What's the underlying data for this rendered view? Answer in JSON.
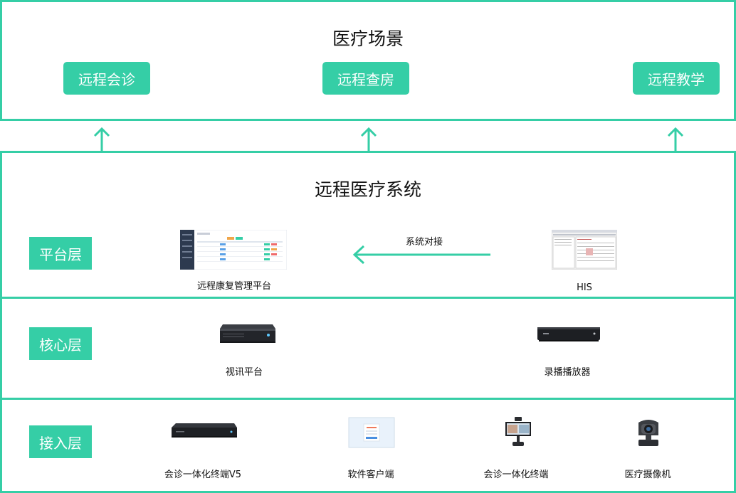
{
  "scenarios": {
    "title": "医疗场景",
    "items": [
      "远程会诊",
      "远程查房",
      "远程教学"
    ]
  },
  "system": {
    "title": "远程医疗系统",
    "layers": {
      "platform": {
        "label": "平台层",
        "items": [
          "远程康复管理平台",
          "HIS"
        ],
        "link_label": "系统对接"
      },
      "core": {
        "label": "核心层",
        "items": [
          "视讯平台",
          "录播播放器"
        ]
      },
      "access": {
        "label": "接入层",
        "items": [
          "会诊一体化终端V5",
          "软件客户端",
          "会诊一体化终端",
          "医疗摄像机"
        ]
      }
    }
  },
  "colors": {
    "accent": "#35cea6",
    "arrow": "#35cea6"
  }
}
